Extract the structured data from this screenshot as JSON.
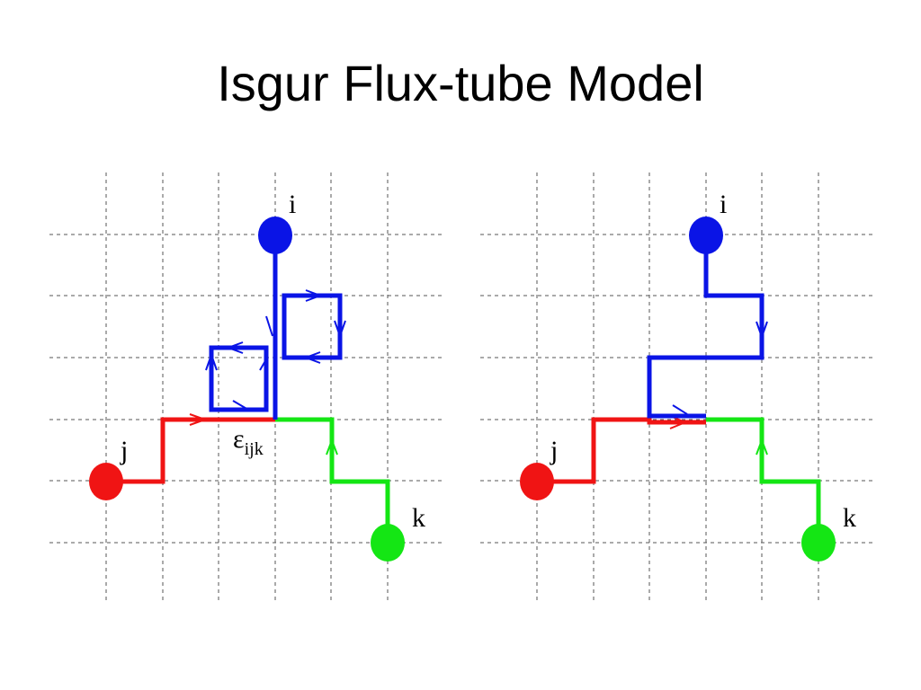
{
  "slide": {
    "title": "Isgur Flux-tube Model"
  },
  "colors": {
    "grid": "#555555",
    "quark_i": "#0a14e6",
    "quark_j": "#f01414",
    "quark_k": "#14e614",
    "blue_tube": "#0a14e6",
    "red_tube": "#f01414",
    "green_tube": "#14e614"
  },
  "left_diagram": {
    "label_i": "i",
    "label_j": "j",
    "label_k": "k",
    "epsilon_symbol": "ε",
    "epsilon_subscript": "ijk"
  },
  "right_diagram": {
    "label_i": "i",
    "label_j": "j",
    "label_k": "k"
  }
}
